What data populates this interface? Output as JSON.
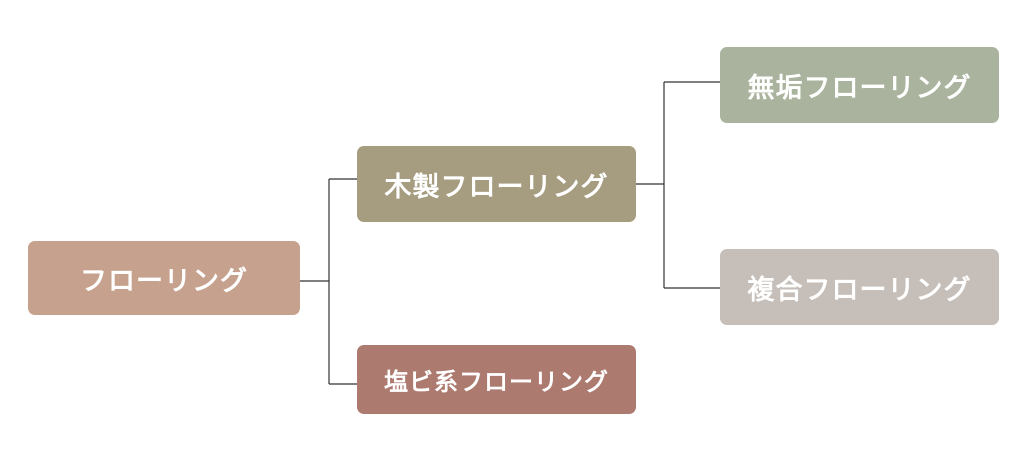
{
  "diagram": {
    "root": {
      "label": "フローリング",
      "color": "#C6A18D",
      "children": [
        "wood",
        "vinyl"
      ]
    },
    "wood": {
      "label": "木製フローリング",
      "color": "#A69D80",
      "children": [
        "solid",
        "composite"
      ]
    },
    "vinyl": {
      "label": "塩ビ系フローリング",
      "color": "#AD7A70",
      "children": []
    },
    "solid": {
      "label": "無垢フローリング",
      "color": "#A9B39D",
      "children": []
    },
    "composite": {
      "label": "複合フローリング",
      "color": "#C6BEB8",
      "children": []
    },
    "connector_color": "#333333"
  }
}
